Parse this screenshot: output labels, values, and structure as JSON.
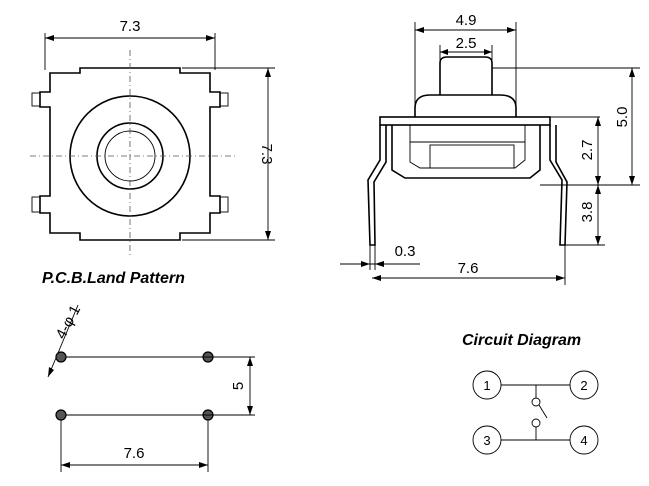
{
  "top_view": {
    "width": "7.3",
    "height": "7.3"
  },
  "side_view": {
    "overall_width": "4.9",
    "actuator_width": "2.5",
    "total_height": "5.0",
    "body_height": "2.7",
    "lead_length": "3.8",
    "lead_thickness": "0.3",
    "lead_span": "7.6"
  },
  "pcb": {
    "title": "P.C.B.Land Pattern",
    "hole_spec": "4-φ 1",
    "pitch_y": "5",
    "pitch_x": "7.6"
  },
  "circuit": {
    "title": "Circuit Diagram",
    "pins": [
      "1",
      "2",
      "3",
      "4"
    ]
  }
}
